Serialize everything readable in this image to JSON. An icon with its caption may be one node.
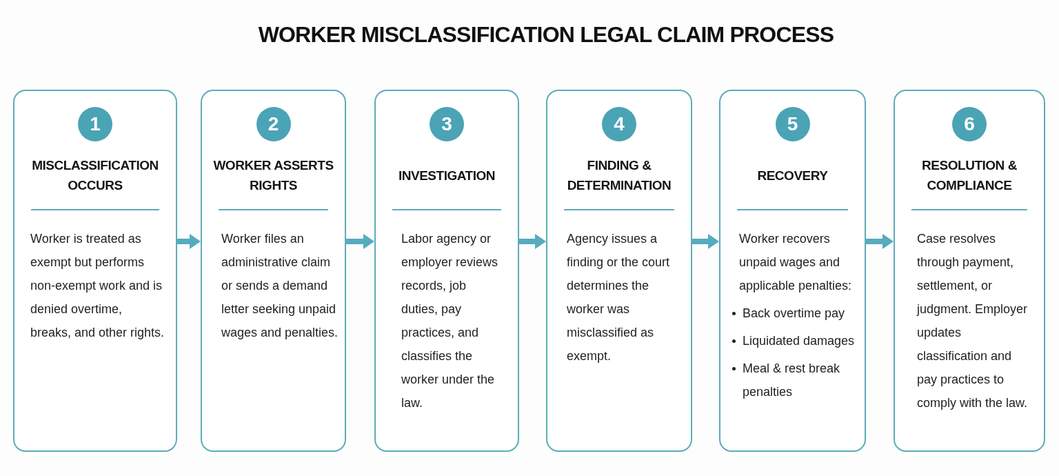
{
  "diagram": {
    "title": "WORKER MISCLASSIFICATION LEGAL CLAIM PROCESS",
    "nodes": [
      {
        "text": [
          "MISCLASSIFICATION OCCURS",
          "Worker is treated as exempt but performs non-exempt work and is denied overtime, breaks, and other rights."
        ]
      },
      {
        "text": [
          "1"
        ],
        "in": 0
      },
      {
        "text": [
          "WORKER ASSERTS RIGHTS",
          "Worker files an administrative claim or sends a demand letter seeking unpaid wages and penalties."
        ]
      },
      {
        "text": [
          "2"
        ],
        "in": 2
      },
      {
        "text": [
          "INVESTIGATION",
          "Labor agency or employer reviews records, job duties, pay practices, and classifies the worker under the law."
        ]
      },
      {
        "text": [
          "3"
        ],
        "in": 4
      },
      {
        "text": [
          "FINDING & DETERMINATION",
          "Agency issues a finding or the court determines the worker was misclassified as exempt."
        ]
      },
      {
        "text": [
          "4"
        ],
        "in": 6
      },
      {
        "text": [
          "RECOVERY",
          "Worker recovers unpaid wages and applicable penalties:",
          "Back overtime pay",
          "Liquidated damages",
          "Meal & rest break penalties"
        ]
      },
      {
        "text": [
          "5"
        ],
        "in": 8
      },
      {
        "text": [
          "RESOLUTION & COMPLIANCE",
          "Case resolves through payment, settlement, or judgment. Employer updates classification and pay practices to comply with the law."
        ]
      },
      {
        "text": [
          "6"
        ],
        "in": 10
      }
    ],
    "edges": [
      {
        "from": 0,
        "to": 2,
        "arrow": "to"
      },
      {
        "from": 2,
        "to": 4,
        "arrow": "to"
      },
      {
        "from": 4,
        "to": 6,
        "arrow": "to"
      },
      {
        "from": 6,
        "to": 8,
        "arrow": "to"
      },
      {
        "from": 8,
        "to": 10,
        "arrow": "to"
      }
    ]
  }
}
